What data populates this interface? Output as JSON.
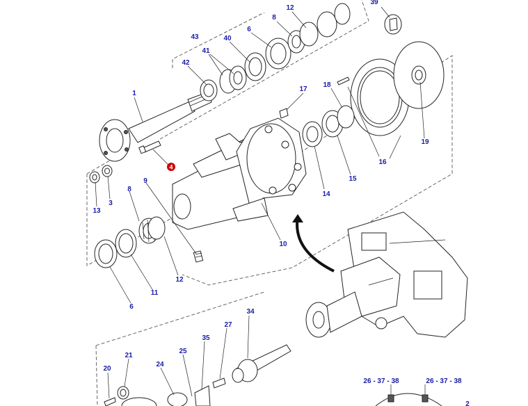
{
  "diagram": {
    "callouts": {
      "c1": "1",
      "c3": "3",
      "c4": "4",
      "c6a": "6",
      "c6b": "6",
      "c8a": "8",
      "c8b": "8",
      "c9": "9",
      "c10": "10",
      "c11": "11",
      "c12a": "12",
      "c12b": "12",
      "c13": "13",
      "c14": "14",
      "c15": "15",
      "c16": "16",
      "c17": "17",
      "c18": "18",
      "c19": "19",
      "c20": "20",
      "c21": "21",
      "c24": "24",
      "c25": "25",
      "c27": "27",
      "c34": "34",
      "c35": "35",
      "c39": "39",
      "c40": "40",
      "c41": "41",
      "c42": "42",
      "c43": "43",
      "c2": "2",
      "group_left": "26 - 37 - 38",
      "group_right": "26 - 37 - 38"
    },
    "colors": {
      "callout": "#1a1aa6",
      "reference_badge": "#cc0000",
      "line": "#222222"
    }
  }
}
